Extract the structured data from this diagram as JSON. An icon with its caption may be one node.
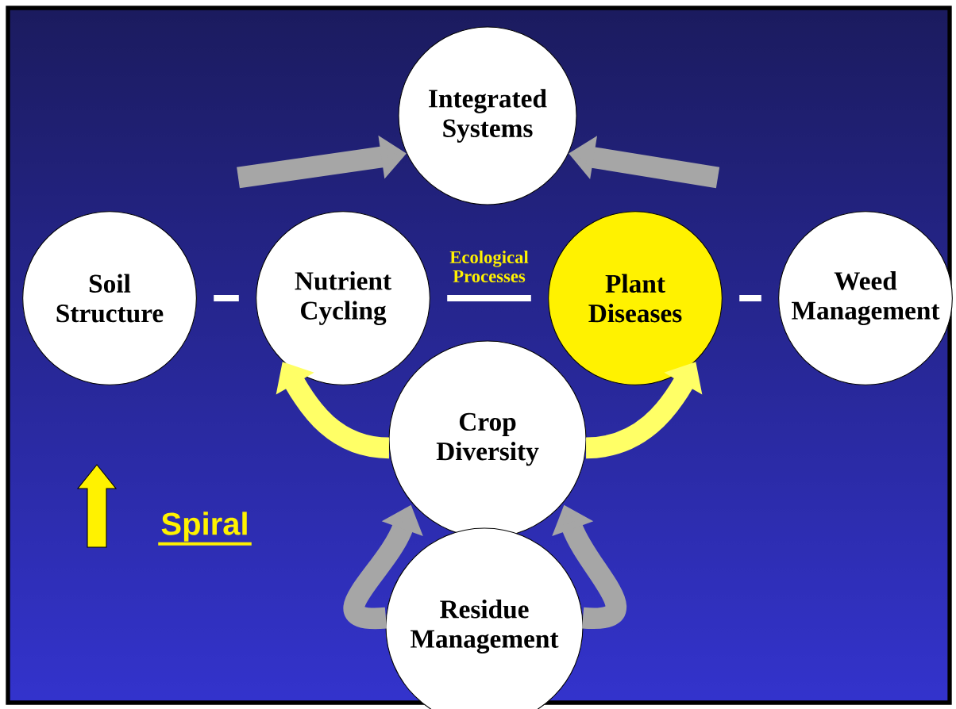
{
  "diagram": {
    "nodes": [
      {
        "text": [
          "Integrated Systems"
        ]
      },
      {
        "text": [
          "Soil Structure"
        ]
      },
      {
        "text": [
          "Nutrient Cycling"
        ]
      },
      {
        "text": [
          "Plant Diseases"
        ]
      },
      {
        "text": [
          "Weed Management"
        ]
      },
      {
        "text": [
          "Crop Diversity"
        ]
      },
      {
        "text": [
          "Residue Management"
        ]
      }
    ],
    "edges": [
      {
        "from": null,
        "to": 0,
        "arrow": "to",
        "color": "#a6a6a6"
      },
      {
        "from": null,
        "to": 0,
        "arrow": "to",
        "color": "#a6a6a6"
      },
      {
        "from": 1,
        "to": 2,
        "arrow": "none",
        "color": "#ffffff"
      },
      {
        "from": 2,
        "to": 3,
        "arrow": "none",
        "color": "#ffffff"
      },
      {
        "from": 3,
        "to": 4,
        "arrow": "none",
        "color": "#ffffff"
      },
      {
        "from": 5,
        "to": 2,
        "arrow": "to",
        "color": "#ffff66"
      },
      {
        "from": 5,
        "to": 3,
        "arrow": "to",
        "color": "#ffff66"
      },
      {
        "from": 6,
        "to": 5,
        "arrow": "to",
        "color": "#a6a6a6"
      },
      {
        "from": 6,
        "to": 5,
        "arrow": "to",
        "color": "#a6a6a6"
      }
    ],
    "labels": [
      "Ecological Processes",
      "Spiral"
    ]
  }
}
